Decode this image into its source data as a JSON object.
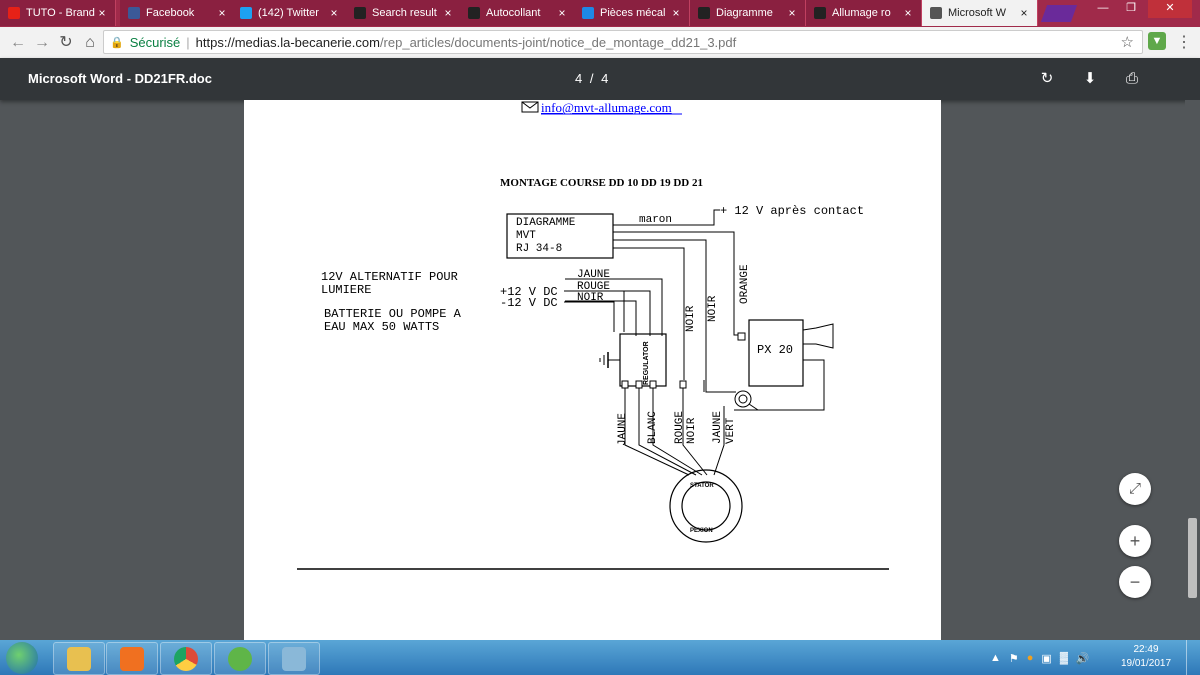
{
  "tabs": [
    {
      "label": "TUTO - Brand",
      "icon": "youtube-icon",
      "color": "#e62117"
    },
    {
      "label": "Facebook",
      "icon": "facebook-icon",
      "color": "#3b5998"
    },
    {
      "label": "(142) Twitter",
      "icon": "twitter-icon",
      "color": "#1da1f2"
    },
    {
      "label": "Search result",
      "icon": "search-result-icon",
      "color": "#222222"
    },
    {
      "label": "Autocollant",
      "icon": "sticker-icon",
      "color": "#222222"
    },
    {
      "label": "Pièces mécal",
      "icon": "star-badge-icon",
      "color": "#1e88e5"
    },
    {
      "label": "Diagramme",
      "icon": "site-icon",
      "color": "#222222"
    },
    {
      "label": "Allumage ro",
      "icon": "site-icon",
      "color": "#222222"
    },
    {
      "label": "Microsoft W",
      "icon": "document-icon",
      "color": "#555555",
      "active": true
    }
  ],
  "address": {
    "secure_label": "Sécurisé",
    "host": "https://medias.la-becanerie.com",
    "path": "/rep_articles/documents-joint/notice_de_montage_dd21_3.pdf"
  },
  "pdf": {
    "title": "Microsoft Word - DD21FR.doc",
    "page_current": "4",
    "page_separator": "/",
    "page_total": "4"
  },
  "document": {
    "email": "info@mvt-allumage.com",
    "heading": "MONTAGE COURSE DD 10  DD 19  DD 21",
    "diagramme_box": [
      "DIAGRAMME",
      "MVT",
      "RJ 34-8"
    ],
    "maron": "maron",
    "contact_note": "+ 12 V après contact",
    "alt_note_line1": "12V ALTERNATIF POUR",
    "alt_note_line2": "LUMIERE",
    "battery_note_line1": "BATTERIE OU POMPE A",
    "battery_note_line2": "EAU MAX 50 WATTS",
    "jaune": "JAUNE",
    "rouge": "ROUGE",
    "noir": "NOIR",
    "plus12": "+12 V DC",
    "minus12": "-12 V DC",
    "regulator": "REGULATOR",
    "noir_v1": "NOIR",
    "noir_v2": "NOIR",
    "orange_v": "ORANGE",
    "px20": "PX 20",
    "bottom_jaune": "JAUNE",
    "bottom_blanc": "BLANC",
    "bottom_rouge": "ROUGE",
    "bottom_noir": "NOIR",
    "bottom_jaune2": "JAUNE",
    "bottom_vert": "VERT",
    "stator": "STATOR",
    "pexion": "PEXION"
  },
  "taskbar": {
    "apps": [
      {
        "name": "file-explorer-icon",
        "color": "#e8c050"
      },
      {
        "name": "media-player-icon",
        "color": "#f07020"
      },
      {
        "name": "chrome-icon",
        "color": "#dd4b39"
      },
      {
        "name": "utorrent-icon",
        "color": "#5fb548"
      },
      {
        "name": "tunnel-app-icon",
        "color": "#8ab8d8"
      }
    ],
    "time": "22:49",
    "date": "19/01/2017"
  },
  "zoom": {
    "fit_symbol": "⤢",
    "in_symbol": "+",
    "out_symbol": "−"
  }
}
